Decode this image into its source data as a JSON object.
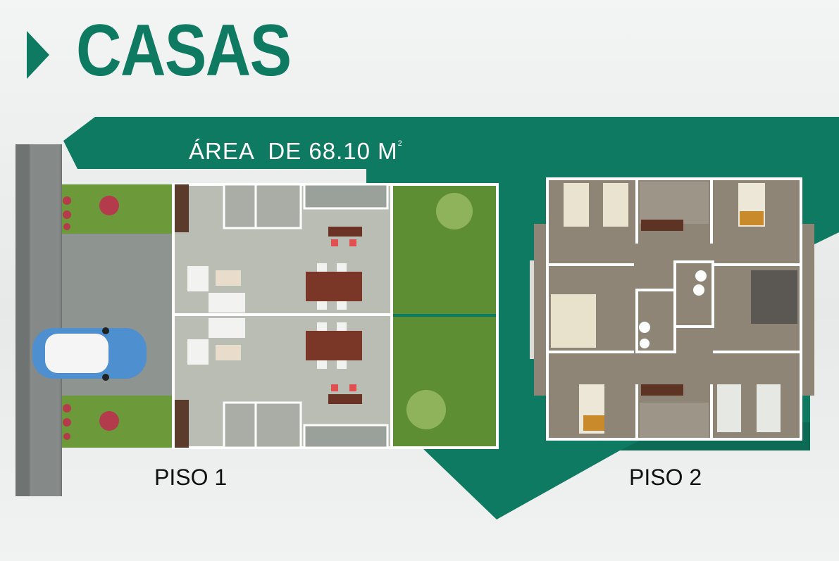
{
  "header": {
    "title": "CASAS"
  },
  "area": {
    "label": "ÁREA  DE 68.10 M",
    "unit_superscript": "2"
  },
  "floors": [
    {
      "label": "PISO 1"
    },
    {
      "label": "PISO 2"
    }
  ],
  "colors": {
    "brand_green": "#0f7a62",
    "lawn": "#6c9a3a",
    "floor": "#b9bdb4",
    "wall": "#ffffff",
    "upper_floor": "#8f8577"
  }
}
